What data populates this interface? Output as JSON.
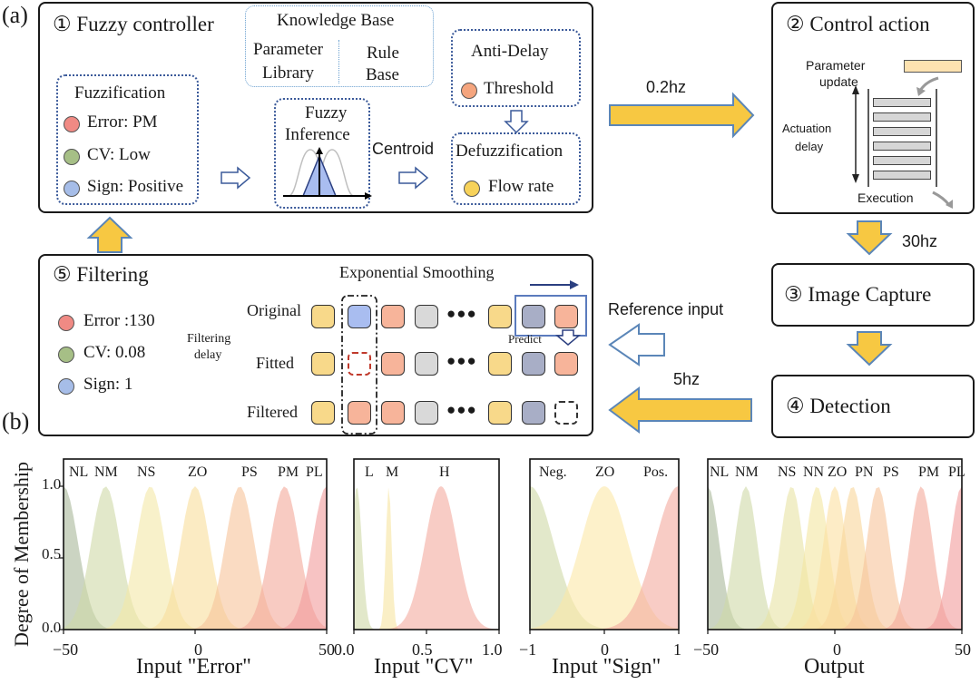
{
  "panel_a": {
    "label": "(a)",
    "fuzzy_controller": {
      "title": "① Fuzzy controller",
      "knowledge_base": {
        "title": "Knowledge Base",
        "param_line1": "Parameter",
        "param_line2": "Library",
        "rule_line1": "Rule",
        "rule_line2": "Base"
      },
      "fuzzification": {
        "title": "Fuzzification",
        "items": [
          {
            "label": "Error: PM",
            "color": "#f08a84"
          },
          {
            "label": "CV: Low",
            "color": "#a6bf86"
          },
          {
            "label": "Sign: Positive",
            "color": "#a6bde8"
          }
        ]
      },
      "inference": {
        "line1": "Fuzzy",
        "line2": "Inference"
      },
      "centroid_label": "Centroid",
      "anti_delay": {
        "title": "Anti-Delay",
        "item": "Threshold",
        "color": "#f5a57e"
      },
      "defuzzification": {
        "title": "Defuzzification",
        "item": "Flow rate",
        "color": "#f7d25a"
      }
    },
    "rate_fuzzy_to_action": "0.2hz",
    "control_action": {
      "title": "② Control action",
      "param_update_line1": "Parameter",
      "param_update_line2": "update",
      "actuation_line1": "Actuation",
      "actuation_line2": "delay",
      "execution": "Execution"
    },
    "rate_action_to_capture": "30hz",
    "image_capture": {
      "title": "③ Image Capture"
    },
    "detection": {
      "title": "④ Detection"
    },
    "rate_detection_to_filter": "5hz",
    "reference_input": "Reference input",
    "filtering": {
      "title": "⑤ Filtering",
      "items": [
        {
          "label": "Error :130",
          "color": "#f08a84"
        },
        {
          "label": "CV: 0.08",
          "color": "#a6bf86"
        },
        {
          "label": "Sign: 1",
          "color": "#a6bde8"
        }
      ],
      "delay_line1": "Filtering",
      "delay_line2": "delay",
      "smoothing_title": "Exponential Smoothing",
      "predict_label": "Predict",
      "row_labels": [
        "Original",
        "Fitted",
        "Filtered"
      ],
      "dots": "●●●",
      "colors": {
        "yellow": "#f8d98a",
        "blue": "#a9bdf0",
        "salmon": "#f7b49a",
        "gray": "#d9d9d9",
        "navy": "#a8aec6"
      }
    }
  },
  "panel_b": {
    "label": "(b)",
    "y_label": "Degree of Membership",
    "charts": [
      {
        "title": "Input \"Error\"",
        "xticks": [
          "−50",
          "0",
          "50"
        ],
        "yticks": [
          "0.0",
          "0.5",
          "1.0"
        ],
        "sets": [
          "NL",
          "NM",
          "NS",
          "ZO",
          "PS",
          "PM",
          "PL"
        ]
      },
      {
        "title": "Input \"CV\"",
        "xticks": [
          "0.0",
          "0.5",
          "1.0"
        ],
        "sets": [
          "L",
          "M",
          "H"
        ]
      },
      {
        "title": "Input \"Sign\"",
        "xticks": [
          "−1",
          "0",
          "1"
        ],
        "sets": [
          "Neg.",
          "ZO",
          "Pos."
        ]
      },
      {
        "title": "Output",
        "xticks": [
          "−50",
          "0",
          "50"
        ],
        "sets": [
          "NL",
          "NM",
          "NS",
          "NN",
          "ZO",
          "PN",
          "PS",
          "PM",
          "PL"
        ]
      }
    ]
  }
}
